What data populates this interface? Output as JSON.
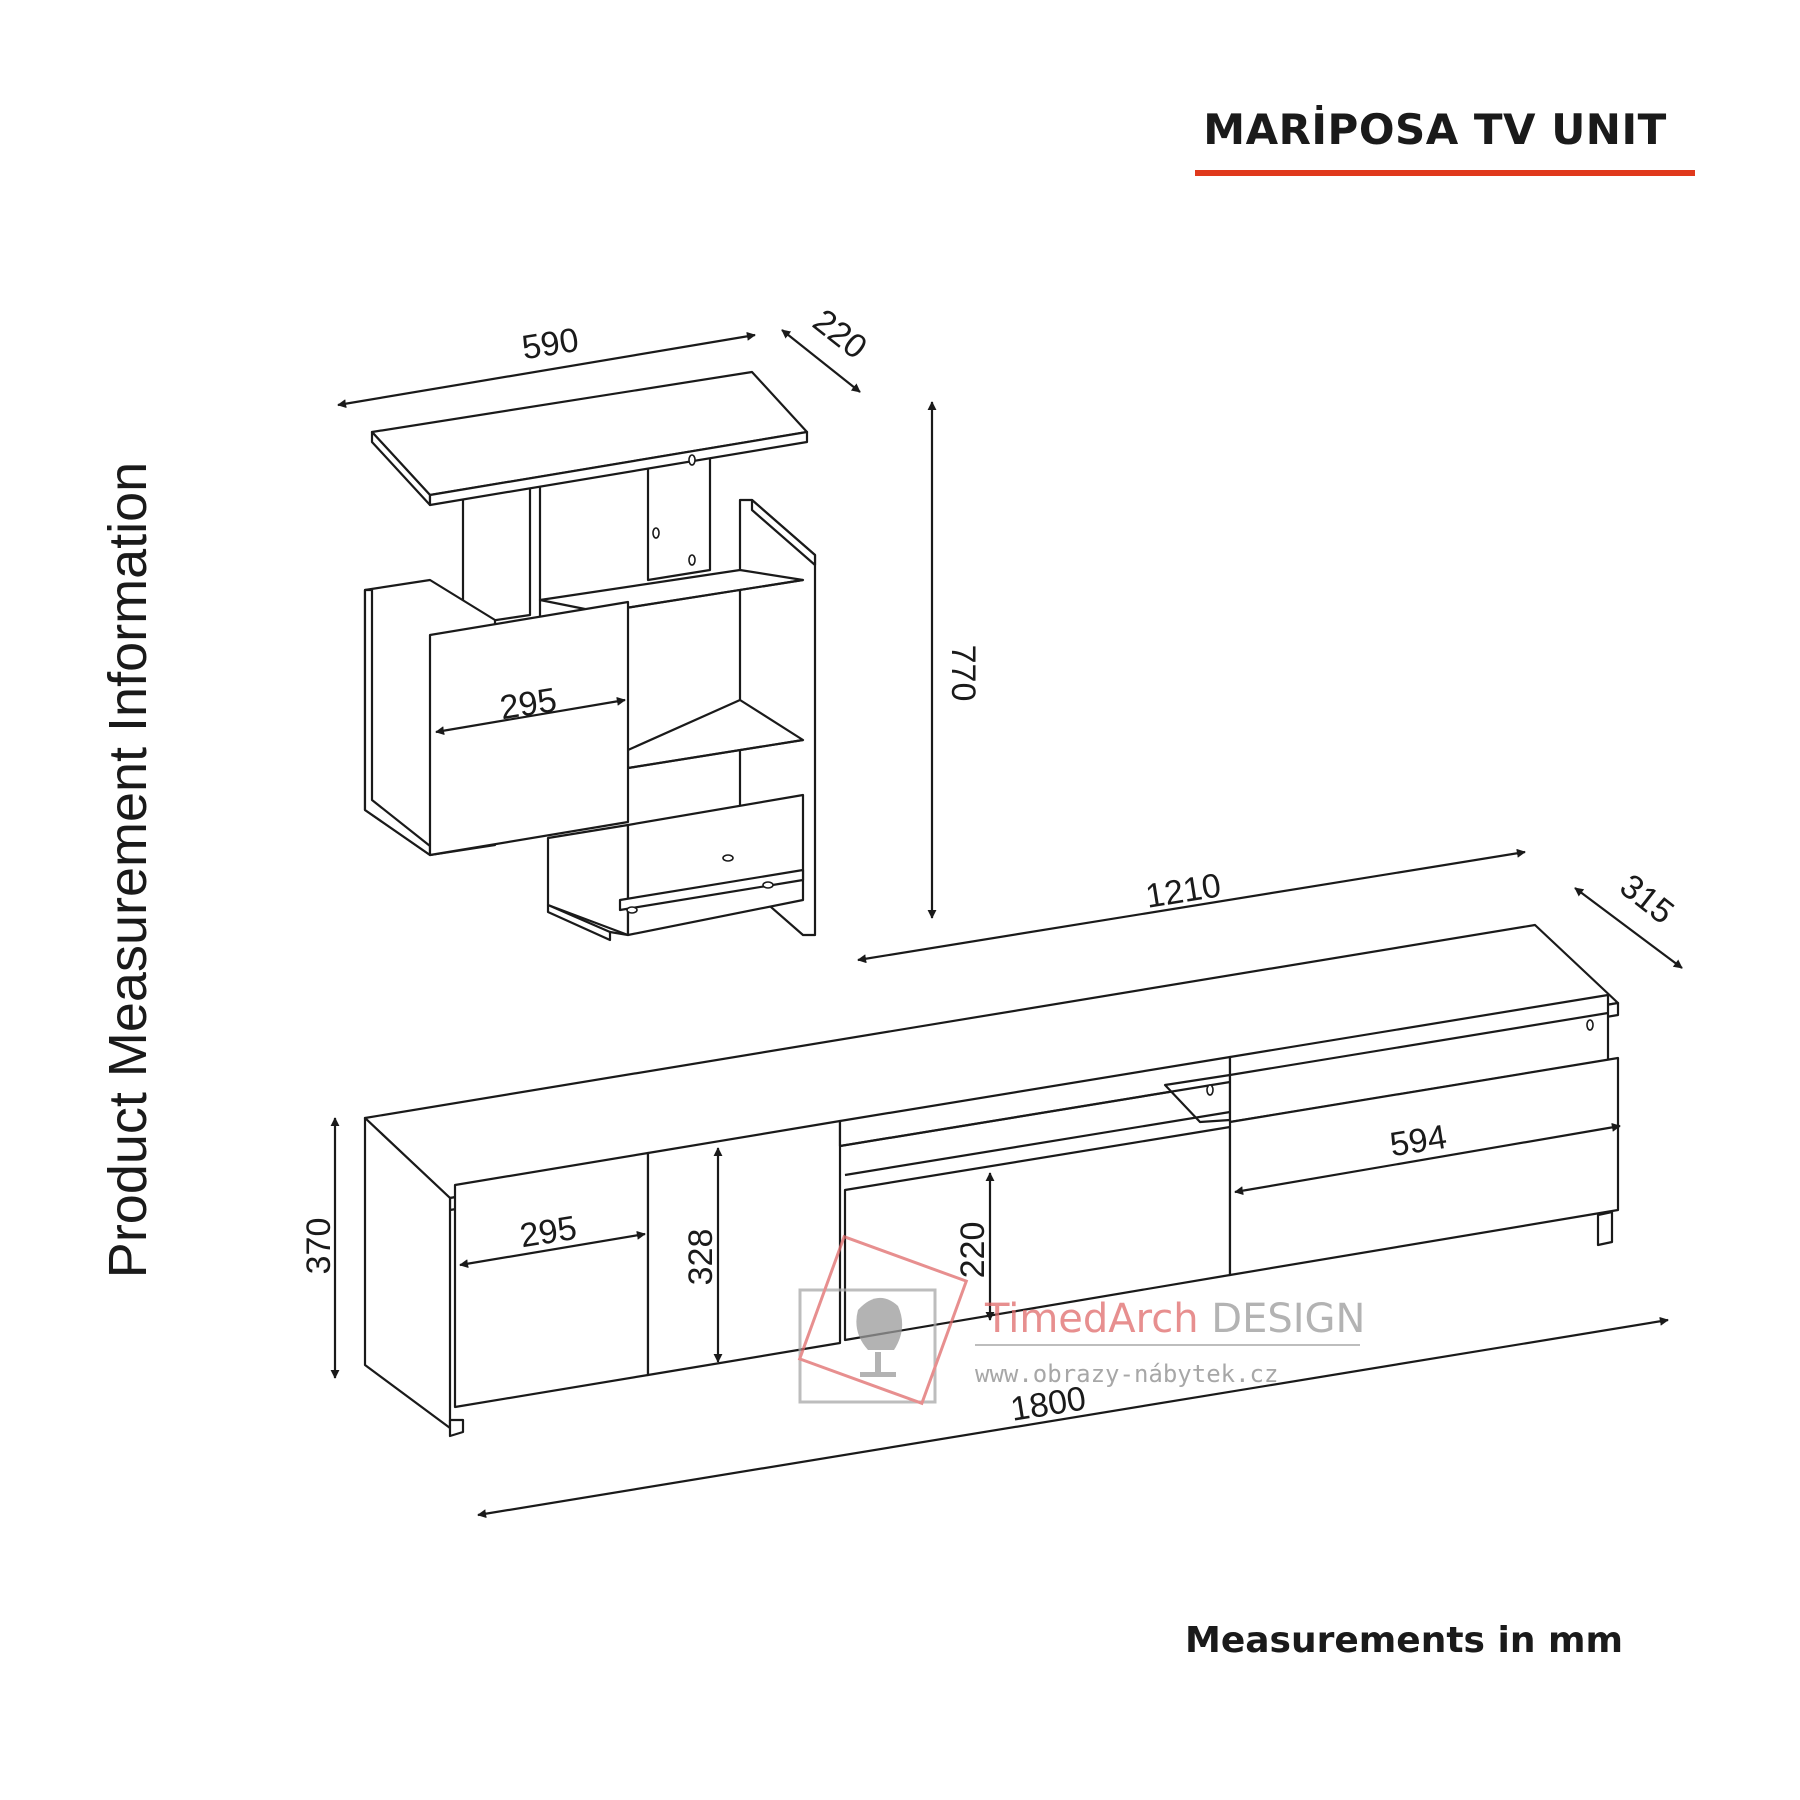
{
  "title": "MARİPOSA TV UNIT",
  "side_caption": "Product Measurement Information",
  "footnote": "Measurements in mm",
  "colors": {
    "accent": "#e0391c",
    "line": "#1a1a1a",
    "watermark_red": "#e06a6a",
    "watermark_gray": "#a8a8a8"
  },
  "wall_shelf": {
    "width": "590",
    "depth": "220",
    "height": "770",
    "door_width": "295"
  },
  "tv_stand": {
    "width": "1800",
    "top_width": "1210",
    "depth": "315",
    "height": "370",
    "door_width": "295",
    "door_height": "328",
    "drawer_height": "220",
    "drawer_width": "594"
  },
  "watermark": {
    "brand_part1": "TimedArch",
    "brand_part2": " DESIGN",
    "url": "www.obrazy-nábytek.cz",
    "icon": "egg-chair-icon"
  }
}
